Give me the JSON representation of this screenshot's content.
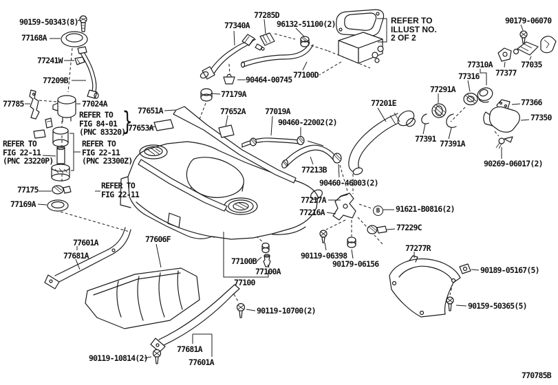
{
  "diagram": {
    "figure_code": "770785B"
  },
  "labels": {
    "l90159_50343": "90159-50343(8)",
    "l77168A": "77168A",
    "l77241W": "77241W",
    "l77209B": "77209B",
    "l77785": "77785",
    "l77024A": "77024A",
    "refer1": "REFER TO\nFIG 84-01\n(PNC 83320)",
    "brace": "}",
    "l77653A": "77653A",
    "l77651A": "77651A",
    "refer2": "REFER TO\nFIG 22-11\n(PNC 23220P)",
    "refer3": "REFER TO\nFIG 22-11\n(PNC 23300Z)",
    "refer4": "REFER TO\nFIG 22-11",
    "l77175": "77175",
    "l77169A": "77169A",
    "l77601A_a": "77601A",
    "l77681A_a": "77681A",
    "l77606F": "77606F",
    "l77340A": "77340A",
    "l77285D": "77285D",
    "l96132": "96132-51100(2)",
    "l90464": "90464-00745",
    "l77100D": "77100D",
    "l77179A": "77179A",
    "l77652A": "77652A",
    "l77019A": "77019A",
    "l90460a": "90460-22002(2)",
    "refer5": "REFER TO\nILLUST NO.\n2 OF 2",
    "l90179a": "90179-06070",
    "l77310A": "77310A",
    "l77316": "77316",
    "l77377": "77377",
    "l77035": "77035",
    "l77291A": "77291A",
    "l77201E": "77201E",
    "l77366": "77366",
    "l77350": "77350",
    "l77391": "77391",
    "l77391A": "77391A",
    "l90269": "90269-06017(2)",
    "l77213B": "77213B",
    "l90460b": "90460-46003(2)",
    "l77217A": "77217A",
    "l77216A": "77216A",
    "l91621": "91621-B0816(2)",
    "lB": "B",
    "l77229C": "77229C",
    "l77277R": "77277R",
    "l90119a": "90119-06398",
    "l90179b": "90179-06156",
    "l77100B": "77100B",
    "l77100A": "77100A",
    "l77100": "77100",
    "l90119b": "90119-10700(2)",
    "l90189": "90189-05167(5)",
    "l90159b": "90159-50365(5)",
    "l77681A_b": "77681A",
    "l77601A_b": "77601A",
    "l90119c": "90119-10814(2)",
    "code": "770785B"
  }
}
